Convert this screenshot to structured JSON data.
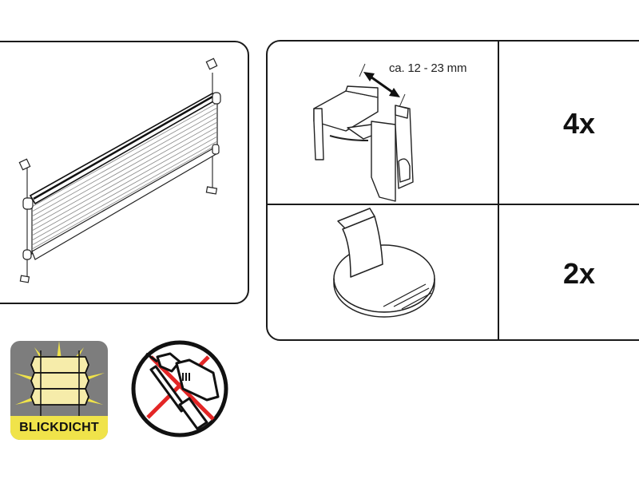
{
  "blind_illustration": {
    "description": "pleated-blind-mounted-with-clamp-brackets"
  },
  "parts_table": {
    "rows": [
      {
        "part": "clamp-bracket",
        "dimension_label": "ca. 12 - 23 mm",
        "quantity": "4x"
      },
      {
        "part": "grip-handle",
        "quantity": "2x"
      }
    ]
  },
  "badges": {
    "opacity_label": "BLICKDICHT",
    "no_drill": "no-drilling-icon"
  },
  "colors": {
    "line": "#1a1a1a",
    "badge_gray": "#7d7d7d",
    "badge_yellow": "#f0e34a",
    "pleat_yellow": "#f6ecaa",
    "prohibit_red": "#e32626"
  }
}
